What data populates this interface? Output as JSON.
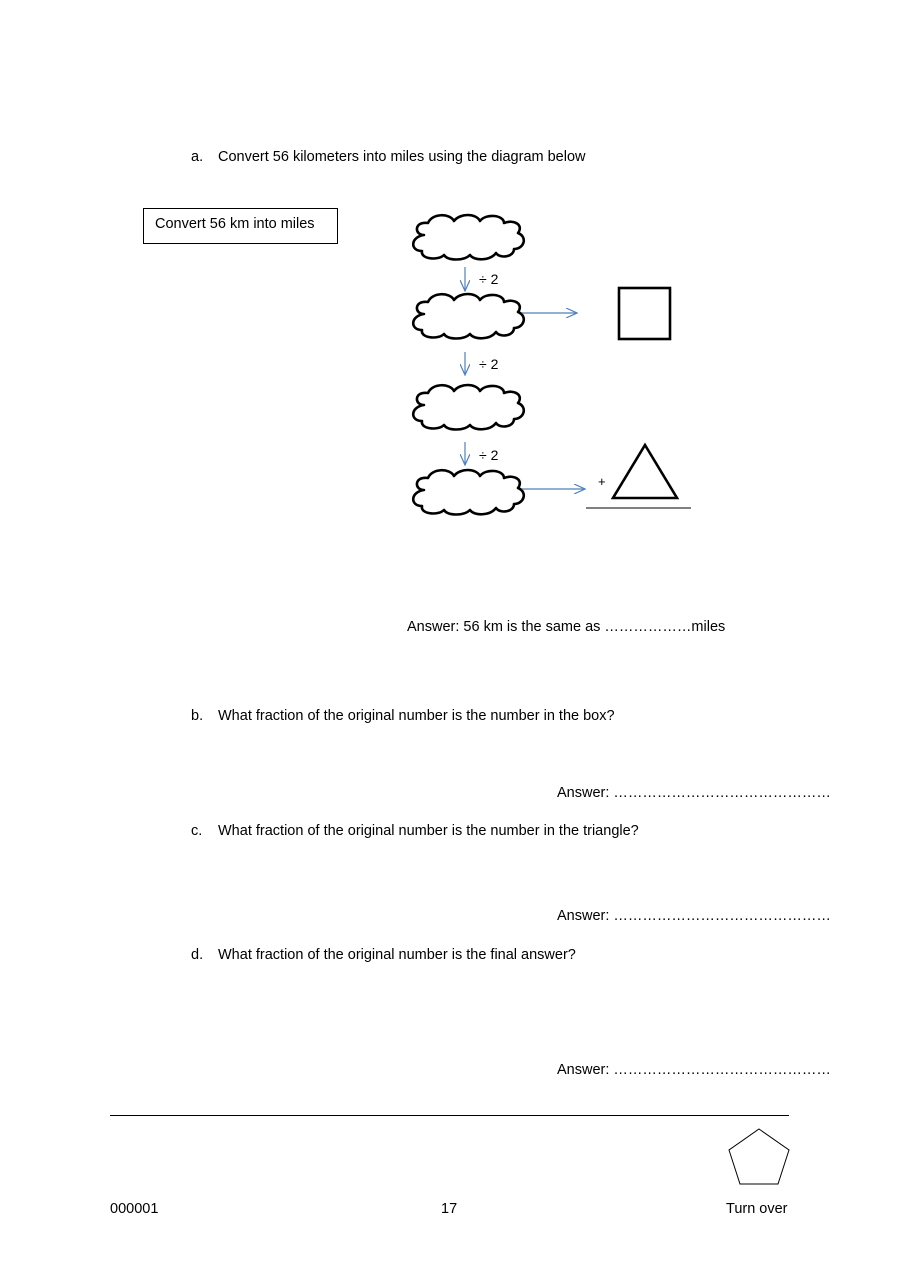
{
  "question_a": {
    "letter": "a.",
    "text": "Convert 56 kilometers into miles using the diagram below",
    "box_label": "Convert 56 km into miles",
    "operations": [
      "÷ 2",
      "÷ 2",
      "÷ 2"
    ],
    "plus_sign": "+",
    "answer_text": "Answer: 56 km is the same as ………………miles"
  },
  "question_b": {
    "letter": "b.",
    "text": "What fraction of the original number is the number in the box?",
    "answer_text": "Answer: ………………………………………"
  },
  "question_c": {
    "letter": "c.",
    "text": "What fraction of the original number is the number in the triangle?",
    "answer_text": "Answer: ………………………………………"
  },
  "question_d": {
    "letter": "d.",
    "text": "What fraction of the original number is the final answer?",
    "answer_text": "Answer: ………………………………………"
  },
  "footer": {
    "code": "000001",
    "page_number": "17",
    "turn_over": "Turn over"
  },
  "colors": {
    "arrow": "#4f81bd",
    "ink": "#000000"
  }
}
